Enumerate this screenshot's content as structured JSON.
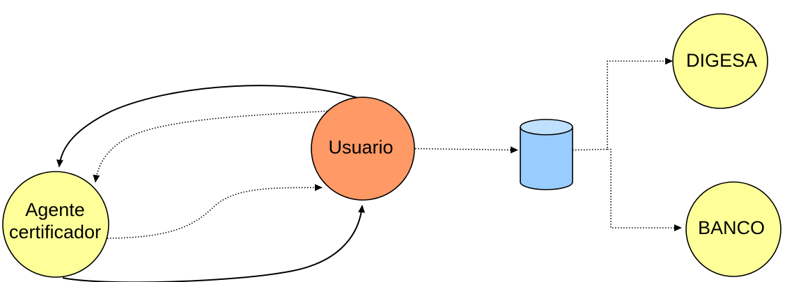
{
  "nodes": {
    "usuario": {
      "label": "Usuario"
    },
    "agente": {
      "label_line1": "Agente",
      "label_line2": "certificador"
    },
    "digesa": {
      "label": "DIGESA"
    },
    "banco": {
      "label": "BANCO"
    },
    "database": {
      "icon": "database-cylinder-icon"
    }
  },
  "colors": {
    "usuario_fill": "#FF9966",
    "entity_fill": "#FFFF99",
    "database_body": "#99CCFF",
    "database_top": "#BFE0FF",
    "line": "#000000"
  }
}
